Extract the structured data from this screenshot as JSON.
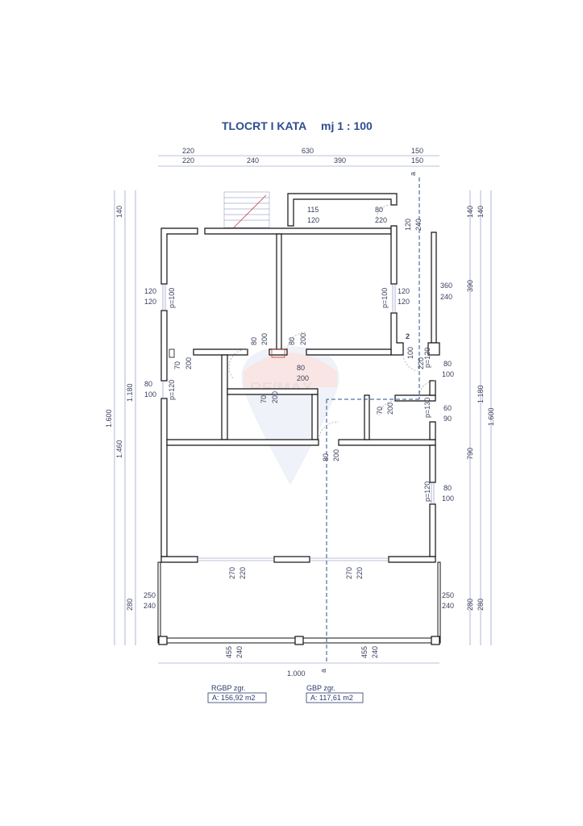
{
  "title": "TLOCRT I KATA",
  "scale": "mj 1 : 100",
  "watermark": "RE/MAX",
  "section_mark": "a",
  "stair_mark": "2",
  "dims_top": {
    "row1": [
      "220",
      "630",
      "150"
    ],
    "row2": [
      "220",
      "240",
      "390",
      "150"
    ]
  },
  "dims_left": [
    "140",
    "1.180",
    "1.600",
    "1.460",
    "280"
  ],
  "dims_right": [
    "140",
    "140",
    "390",
    "1.180",
    "1.600",
    "790",
    "280",
    "280"
  ],
  "dims_bottom": {
    "total": "1.000",
    "left": [
      "455",
      "240"
    ],
    "right": [
      "455",
      "240"
    ]
  },
  "openings": {
    "o1": [
      "115",
      "120"
    ],
    "o2": [
      "80",
      "220"
    ],
    "o3": [
      "120",
      "240"
    ],
    "o4": [
      "120",
      "120",
      "p=100"
    ],
    "o5": [
      "p=100",
      "120",
      "120"
    ],
    "o6": [
      "360",
      "240"
    ],
    "o7": [
      "80",
      "200"
    ],
    "o8": [
      "80",
      "200"
    ],
    "o9": [
      "70",
      "200"
    ],
    "o10": [
      "80",
      "200"
    ],
    "o11": [
      "70",
      "200"
    ],
    "o12": [
      "100",
      "220",
      "p=120"
    ],
    "o13": [
      "80",
      "100"
    ],
    "o14": [
      "80",
      "100",
      "p=120"
    ],
    "o15": [
      "70",
      "200"
    ],
    "o16": [
      "p=130",
      "60",
      "90"
    ],
    "o17": [
      "80",
      "200"
    ],
    "o18": [
      "p=120",
      "80",
      "100"
    ],
    "o19": [
      "270",
      "220"
    ],
    "o20": [
      "270",
      "220"
    ],
    "o21": [
      "250",
      "240"
    ],
    "o22": [
      "250",
      "240"
    ],
    "o23": [
      "280"
    ]
  },
  "areas": [
    {
      "label": "RGBP zgr.",
      "value": "A: 156,92 m2"
    },
    {
      "label": "GBP zgr.",
      "value": "A: 117,61 m2"
    }
  ]
}
